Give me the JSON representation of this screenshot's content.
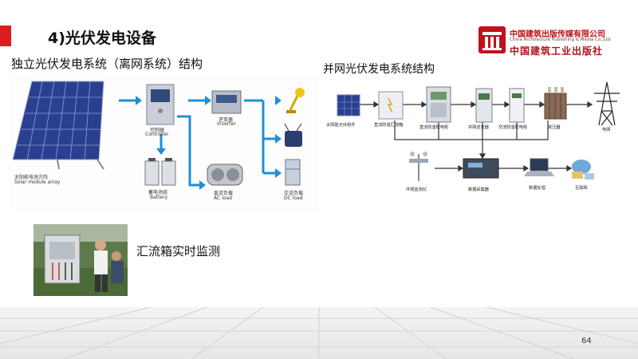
{
  "title": "4)光伏发电设备",
  "publisher": {
    "name_cn": "中国建筑出版传媒有限公司",
    "name_en": "China Architecture Publishing & Media Co.,Ltd",
    "name_script": "中国建筑工业出版社"
  },
  "offgrid": {
    "heading": "独立光伏发电系统（离网系统）结构",
    "solar_cn": "太阳能电池方阵",
    "solar_en": "Solar module array",
    "controller_cn": "控制器",
    "controller_en": "Controller",
    "inverter_cn": "逆变器",
    "inverter_en": "Inverter",
    "battery_cn": "蓄电池组",
    "battery_en": "Battery",
    "ac_cn": "直流负载",
    "ac_en": "AC load",
    "dc_cn": "交流负载",
    "dc_en": "DC load"
  },
  "ongrid": {
    "heading": "并网光伏发电系统结构",
    "pv": "太阳能光伏组件",
    "combiner": "直流防雷汇流箱",
    "dc_cabinet": "直流防雷配电柜",
    "inverter": "并网逆变器",
    "ac_cabinet": "交流防雷配电柜",
    "transformer": "变压器",
    "grid": "电网",
    "env": "环境监测仪",
    "collector": "数据采集器",
    "processing": "数据处理",
    "internet": "互联网"
  },
  "monitor_label": "汇流箱实时监测",
  "page_number": "64",
  "colors": {
    "accent_red": "#d81e1e",
    "arrow_blue": "#1f8fd6",
    "logo_red": "#c0101a"
  }
}
